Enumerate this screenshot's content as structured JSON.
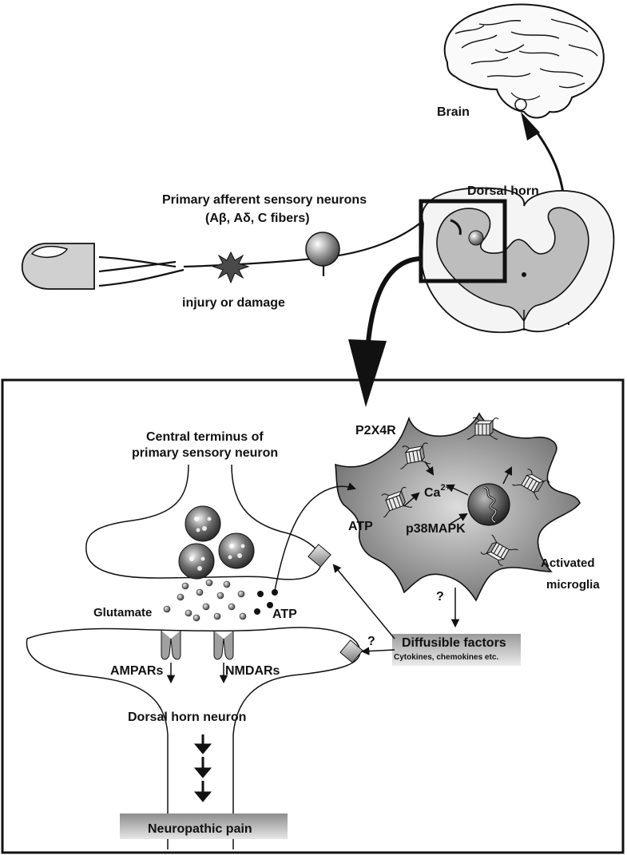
{
  "labels": {
    "brain": "Brain",
    "dorsal_horn": "Dorsal horn",
    "afferent_title": "Primary afferent sensory neurons",
    "afferent_fibers": "(Aβ, Aδ, C fibers)",
    "injury": "injury or damage",
    "central_terminus_1": "Central terminus of",
    "central_terminus_2": "primary sensory neuron",
    "p2x4r": "P2X4R",
    "ca": "Ca",
    "ca_sup": "2+",
    "atp_microglia": "ATP",
    "p38": "p38MAPK",
    "activated_1": "Activated",
    "activated_2": "microglia",
    "glutamate": "Glutamate",
    "atp_synapse": "ATP",
    "q1": "?",
    "q2": "?",
    "diffusible": "Diffusible factors",
    "diffusible_sub": "Cytokines, chemokines etc.",
    "ampars": "AMPARs",
    "nmdars": "NMDARs",
    "dorsal_neuron": "Dorsal horn neuron",
    "neuropathic": "Neuropathic pain"
  },
  "colors": {
    "ink": "#111111",
    "cord_light": "#e8e8e8",
    "cord_grey": "#b8b8b8",
    "microglia_dark": "#6f6f6f",
    "microglia_light": "#d6d6d6",
    "pain_box": "#a8a8a8"
  }
}
